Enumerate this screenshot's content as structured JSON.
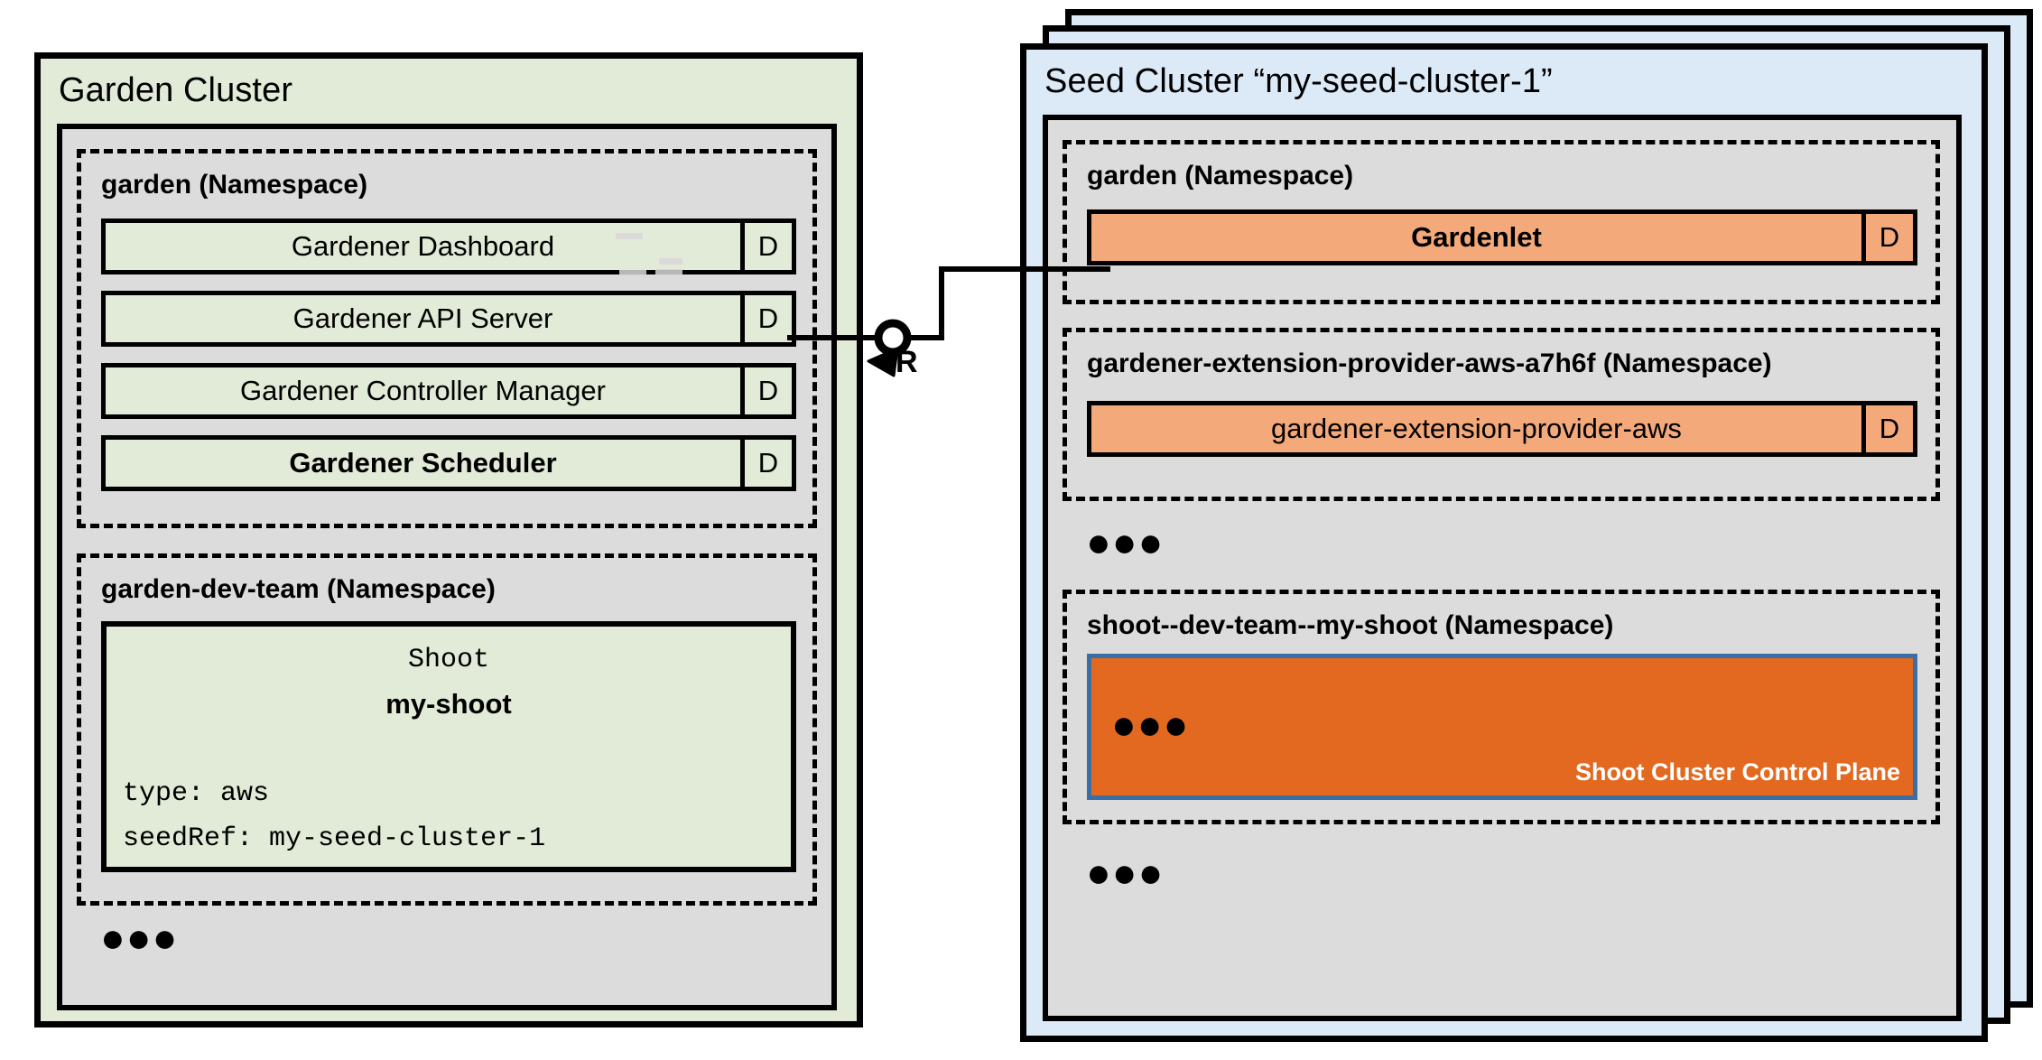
{
  "diagram": {
    "title_left": "Garden Cluster",
    "title_right": "Seed Cluster “my-seed-cluster-1”",
    "connector_label": "R"
  },
  "colors": {
    "green_fill": "#e1ebd7",
    "gray_fill": "#dcdcdc",
    "blue_fill": "#dce9f7",
    "orange_light": "#f4a97a",
    "orange_dark": "#e2691f",
    "control_plane_border": "#3b6ea5",
    "outline": "#000000"
  },
  "garden_cluster": {
    "title": "Garden Cluster",
    "namespaces": [
      {
        "name": "garden (Namespace)",
        "components": [
          {
            "label": "Gardener Dashboard",
            "kind_badge": "D",
            "bold": false
          },
          {
            "label": "Gardener API Server",
            "kind_badge": "D",
            "bold": false
          },
          {
            "label": "Gardener Controller Manager",
            "kind_badge": "D",
            "bold": false
          },
          {
            "label": "Gardener Scheduler",
            "kind_badge": "D",
            "bold": true
          }
        ]
      },
      {
        "name": "garden-dev-team (Namespace)",
        "shoot": {
          "kind": "Shoot",
          "name": "my-shoot",
          "spec_lines": [
            "type: aws",
            "seedRef: my-seed-cluster-1"
          ]
        }
      }
    ],
    "more_indicator": "●●●"
  },
  "seed_cluster": {
    "title": "Seed Cluster “my-seed-cluster-1”",
    "namespaces": [
      {
        "name": "garden (Namespace)",
        "components": [
          {
            "label": "Gardenlet",
            "kind_badge": "D",
            "bold": true
          }
        ]
      },
      {
        "name": "gardener-extension-provider-aws-a7h6f (Namespace)",
        "components": [
          {
            "label": "gardener-extension-provider-aws",
            "kind_badge": "D",
            "bold": false
          }
        ]
      },
      {
        "name": "shoot--dev-team--my-shoot (Namespace)",
        "control_plane": {
          "caption": "Shoot Cluster Control Plane",
          "more_indicator": "●●●"
        }
      }
    ],
    "more_indicator_mid": "●●●",
    "more_indicator_bottom": "●●●"
  }
}
